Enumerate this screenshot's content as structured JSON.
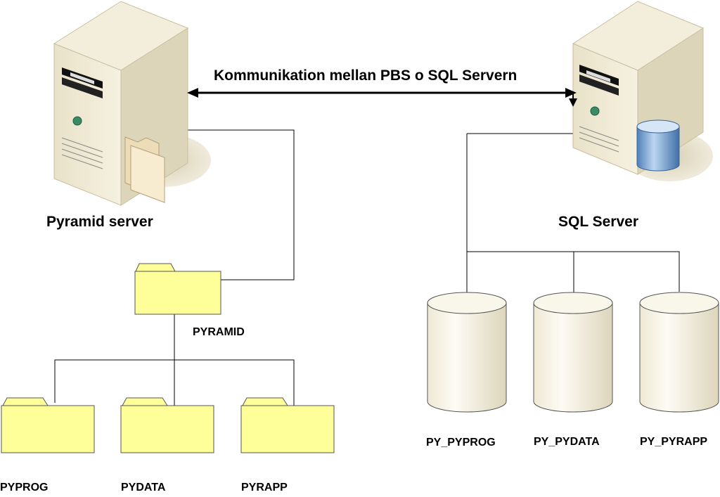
{
  "connection_label": "Kommunikation mellan PBS o SQL Servern",
  "servers": {
    "pyramid": {
      "label": "Pyramid server"
    },
    "sql": {
      "label": "SQL Server"
    }
  },
  "folders": {
    "root": "PYRAMID",
    "children": [
      "PYPROG",
      "PYDATA",
      "PYRAPP"
    ]
  },
  "databases": [
    "PY_PYPROG",
    "PY_PYDATA",
    "PY_PYRAPP"
  ],
  "colors": {
    "folder_fill": "#ffff99",
    "server_body": "#ede6cf",
    "db_blue": "#6f9fd1",
    "cylinder_fill": "#f7f3e3",
    "line": "#000000"
  }
}
